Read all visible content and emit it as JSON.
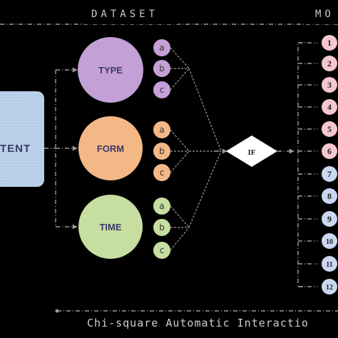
{
  "header": {
    "dataset": "DATASET",
    "model": "MO"
  },
  "content_box": {
    "label": "TENT"
  },
  "categories": [
    {
      "label": "TYPE",
      "fill": "#c3a1d6",
      "options": [
        "a",
        "b",
        "c"
      ]
    },
    {
      "label": "FORM",
      "fill": "#f4b887",
      "options": [
        "a",
        "b",
        "c"
      ]
    },
    {
      "label": "TIME",
      "fill": "#c6dea0",
      "options": [
        "a",
        "b",
        "c"
      ]
    }
  ],
  "decision": {
    "label": "IF"
  },
  "outputs": {
    "pink": [
      "1",
      "2",
      "3",
      "4",
      "5",
      "6"
    ],
    "blue": [
      "7",
      "8",
      "9",
      "10",
      "11",
      "12"
    ]
  },
  "footer": {
    "text": "Chi-square Automatic Interactio"
  },
  "colors": {
    "pink": "#f4c7cf",
    "blue": "#c9d7f0",
    "content_box": "#bcd2ea"
  }
}
